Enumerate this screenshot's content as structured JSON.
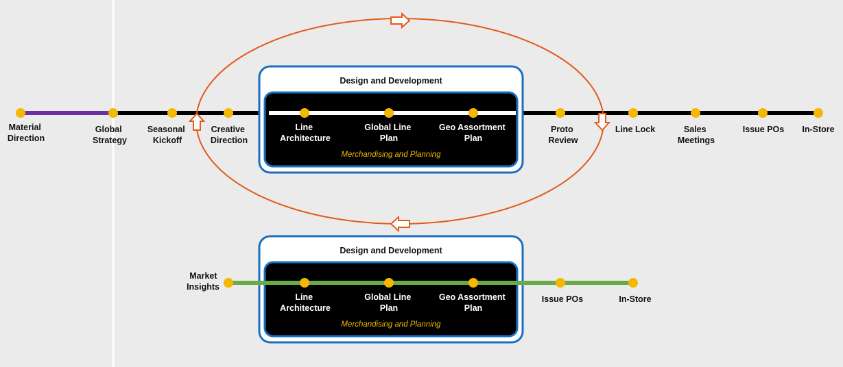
{
  "colors": {
    "background": "#ebebeb",
    "track_black": "#000000",
    "track_purple": "#6a2fa0",
    "track_white": "#ffffff",
    "track_green": "#6aaa4a",
    "node_yellow": "#f5b800",
    "box_blue": "#1a6fc0",
    "loop_orange": "#e35a1a",
    "subtitle_gold": "#f5b800"
  },
  "top_timeline": {
    "labels": {
      "material_direction": [
        "Material",
        "Direction"
      ],
      "global_strategy": [
        "Global",
        "Strategy"
      ],
      "seasonal_kickoff": [
        "Seasonal",
        "Kickoff"
      ],
      "creative_direction": [
        "Creative",
        "Direction"
      ],
      "proto_review": [
        "Proto",
        "Review"
      ],
      "line_lock": [
        "Line Lock"
      ],
      "sales_meetings": [
        "Sales",
        "Meetings"
      ],
      "issue_pos": [
        "Issue POs"
      ],
      "in_store": [
        "In-Store"
      ]
    },
    "panel": {
      "title": "Design and Development",
      "subtitle": "Merchandising and Planning",
      "line_architecture": [
        "Line",
        "Architecture"
      ],
      "global_line_plan": [
        "Global Line",
        "Plan"
      ],
      "geo_assortment_plan": [
        "Geo Assortment",
        "Plan"
      ]
    }
  },
  "bottom_timeline": {
    "labels": {
      "market_insights": [
        "Market",
        "Insights"
      ],
      "issue_pos": [
        "Issue POs"
      ],
      "in_store": [
        "In-Store"
      ]
    },
    "panel": {
      "title": "Design and Development",
      "subtitle": "Merchandising and Planning",
      "line_architecture": [
        "Line",
        "Architecture"
      ],
      "global_line_plan": [
        "Global Line",
        "Plan"
      ],
      "geo_assortment_plan": [
        "Geo Assortment",
        "Plan"
      ]
    }
  }
}
